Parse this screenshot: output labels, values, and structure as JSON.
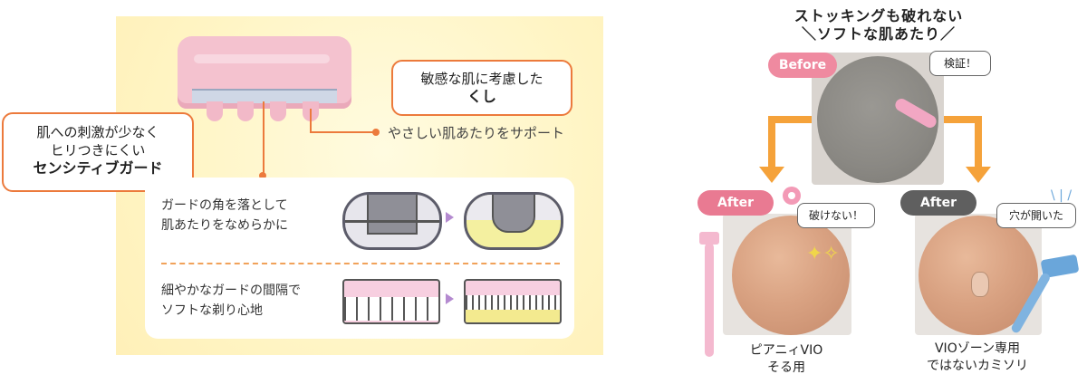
{
  "left": {
    "callout_left": {
      "line1": "肌への刺激が少なく",
      "line2": "ヒリつきにくい",
      "line3": "センシティブガード"
    },
    "callout_right": {
      "line1": "敏感な肌に考慮した",
      "line2": "くし"
    },
    "support_label": "やさしい肌あたりをサポート",
    "info": {
      "row1_line1": "ガードの角を落として",
      "row1_line2": "肌あたりをなめらかに",
      "row2_line1": "細やかなガードの間隔で",
      "row2_line2": "ソフトな剃り心地"
    }
  },
  "right": {
    "title_line1": "ストッキングも破れない",
    "title_line2": "＼ソフトな肌あたり／",
    "before_label": "Before",
    "before_bubble": "検証！",
    "after_left_label": "After",
    "after_left_bubble": "破けない！",
    "after_right_label": "After",
    "after_right_bubble": "穴が開いた",
    "caption_left_line1": "ピアニィVIO",
    "caption_left_line2": "そる用",
    "caption_right_line1": "VIOゾーン専用",
    "caption_right_line2": "ではないカミソリ"
  },
  "colors": {
    "accent_orange": "#ec7a3c",
    "before_pink": "#ef8aa0",
    "after_pink": "#e97a92",
    "after_gray": "#5f5f5f",
    "arrow_orange": "#f5a23a"
  }
}
